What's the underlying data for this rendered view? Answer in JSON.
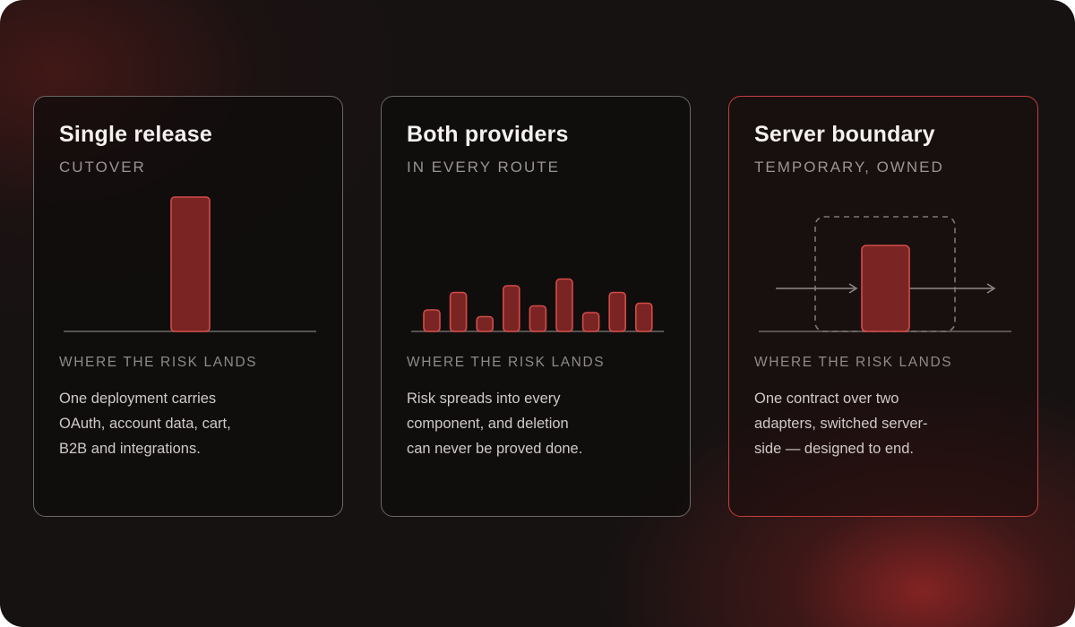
{
  "cards": [
    {
      "title": "Single release",
      "subtitle": "CUTOVER",
      "caption": "WHERE THE RISK LANDS",
      "description": [
        "One deployment carries",
        "OAuth, account data, cart,",
        "B2B and integrations."
      ]
    },
    {
      "title": "Both providers",
      "subtitle": "IN EVERY ROUTE",
      "caption": "WHERE THE RISK LANDS",
      "description": [
        "Risk spreads into every",
        "component, and deletion",
        "can never be proved done."
      ]
    },
    {
      "title": "Server boundary",
      "subtitle": "TEMPORARY, OWNED",
      "caption": "WHERE THE RISK LANDS",
      "description": [
        "One contract over two",
        "adapters, switched server-",
        "side — designed to end."
      ]
    }
  ],
  "colors": {
    "accent": "#c2403e",
    "bar_fill": "#7a2424",
    "bar_stroke": "#d24c48",
    "baseline": "#6e6a68",
    "arrow": "#8f8a87",
    "dashed_box": "#7c7875"
  },
  "viz": {
    "single_release": {
      "bar_heights_relative": [
        1.0
      ]
    },
    "both_providers": {
      "bar_heights_relative": [
        0.16,
        0.29,
        0.11,
        0.34,
        0.19,
        0.39,
        0.14,
        0.29,
        0.21
      ]
    },
    "server_boundary": {
      "elements": [
        "dashed-boundary",
        "adapter-block",
        "arrow-in",
        "arrow-out"
      ]
    }
  }
}
